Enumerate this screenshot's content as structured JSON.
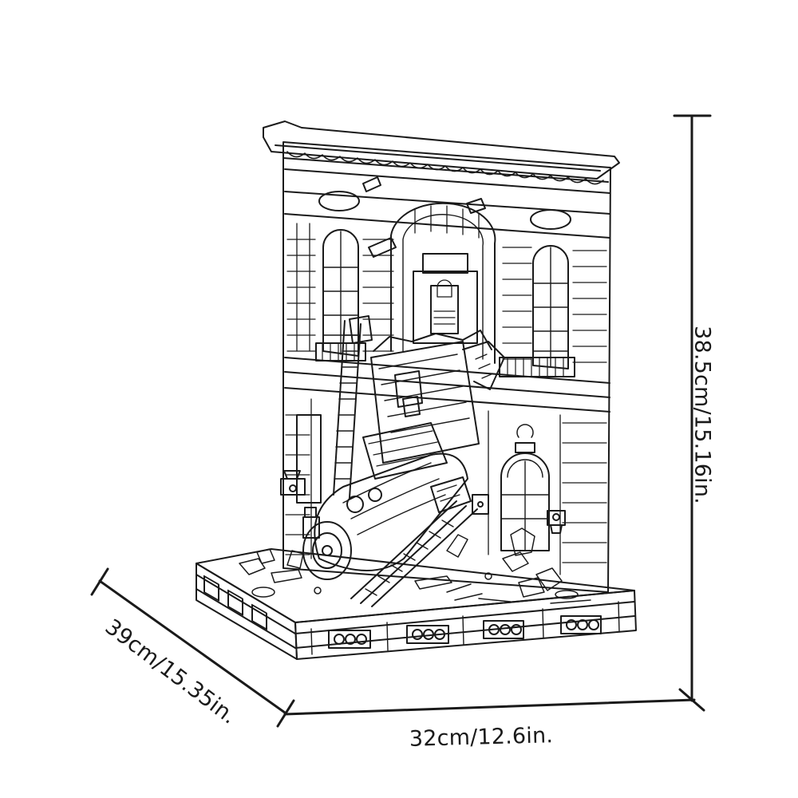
{
  "figure": {
    "subject": "Brick model of a collapsed building facade with a train on a base",
    "line_color": "#1a1a1a",
    "background": "#ffffff"
  },
  "dimensions": {
    "height": "38.5cm/15.16in.",
    "depth": "39cm/15.35in.",
    "width": "32cm/12.6in."
  }
}
